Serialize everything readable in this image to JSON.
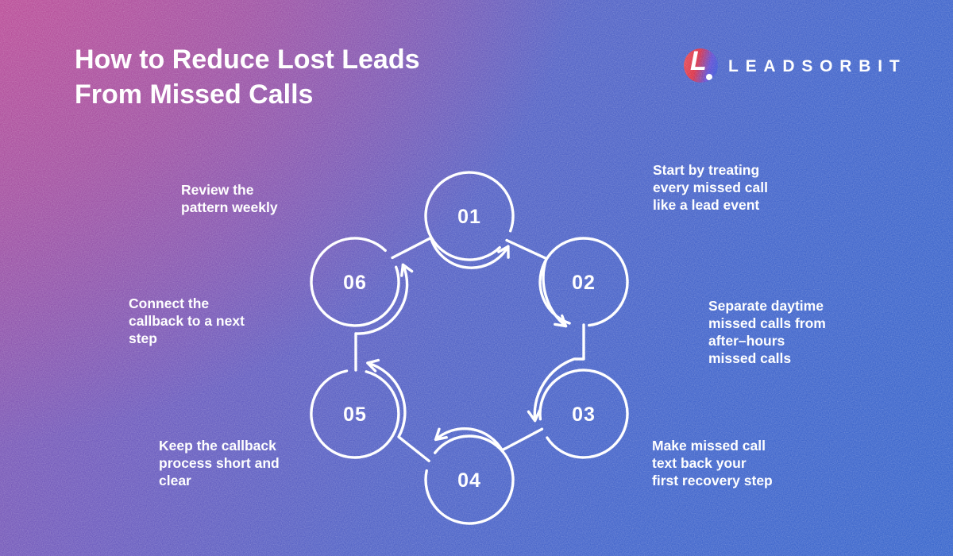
{
  "title": {
    "text": "How to Reduce Lost Leads\nFrom Missed Calls"
  },
  "logo": {
    "brand": "LEADSORBIT",
    "monogram_letter": "L"
  },
  "steps": [
    {
      "number": "01",
      "text": "Start by treating\nevery missed call\nlike a lead event"
    },
    {
      "number": "02",
      "text": "Separate daytime\nmissed calls from\nafter–hours\nmissed calls"
    },
    {
      "number": "03",
      "text": "Make missed call\ntext back your\nfirst recovery step"
    },
    {
      "number": "04",
      "text": "Keep the callback\nprocess short and\nclear"
    },
    {
      "number": "05",
      "text": "Connect the\ncallback to a next\nstep"
    },
    {
      "number": "06",
      "text": "Review the\npattern weekly"
    }
  ],
  "colors": {
    "bg_top_left": "#bd5499",
    "bg_mid": "#7d5db8",
    "bg_bottom_right": "#3e69ce",
    "logo_red": "#d63a4e",
    "logo_blue": "#4459d8",
    "text": "#ffffff",
    "diagram_stroke": "#ffffff"
  }
}
